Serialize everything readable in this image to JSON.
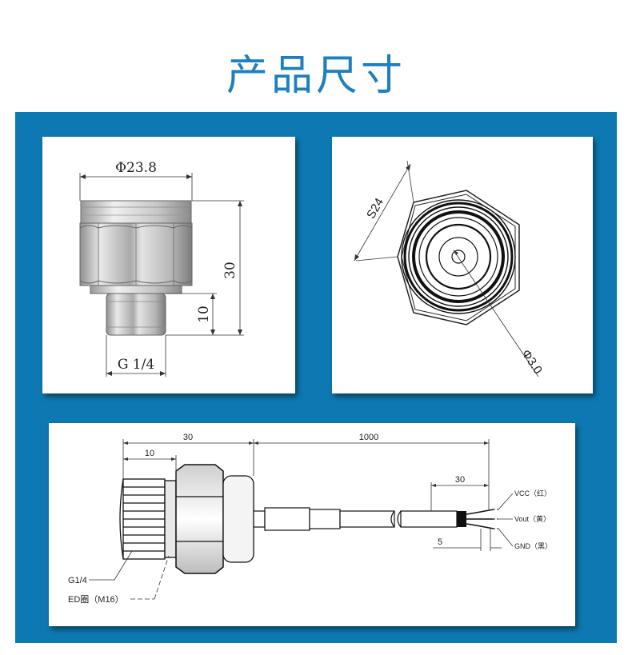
{
  "page": {
    "title": "产品尺寸"
  },
  "side_view": {
    "diameter": "Φ23.8",
    "height_total": "30",
    "height_thread": "10",
    "thread": "G 1/4"
  },
  "top_view": {
    "hex_size": "S24",
    "hole_diameter": "Φ3.0"
  },
  "cable_drawing": {
    "dim_body": "30",
    "dim_thread": "10",
    "dim_cable": "1000",
    "dim_strip": "30",
    "dim_wire_end": "5",
    "thread_label": "G1/4",
    "seal_label": "ED圈（M16）",
    "wires": [
      {
        "label": "VCC（红）"
      },
      {
        "label": "Vout（黄）"
      },
      {
        "label": "GND（黑）"
      }
    ]
  }
}
